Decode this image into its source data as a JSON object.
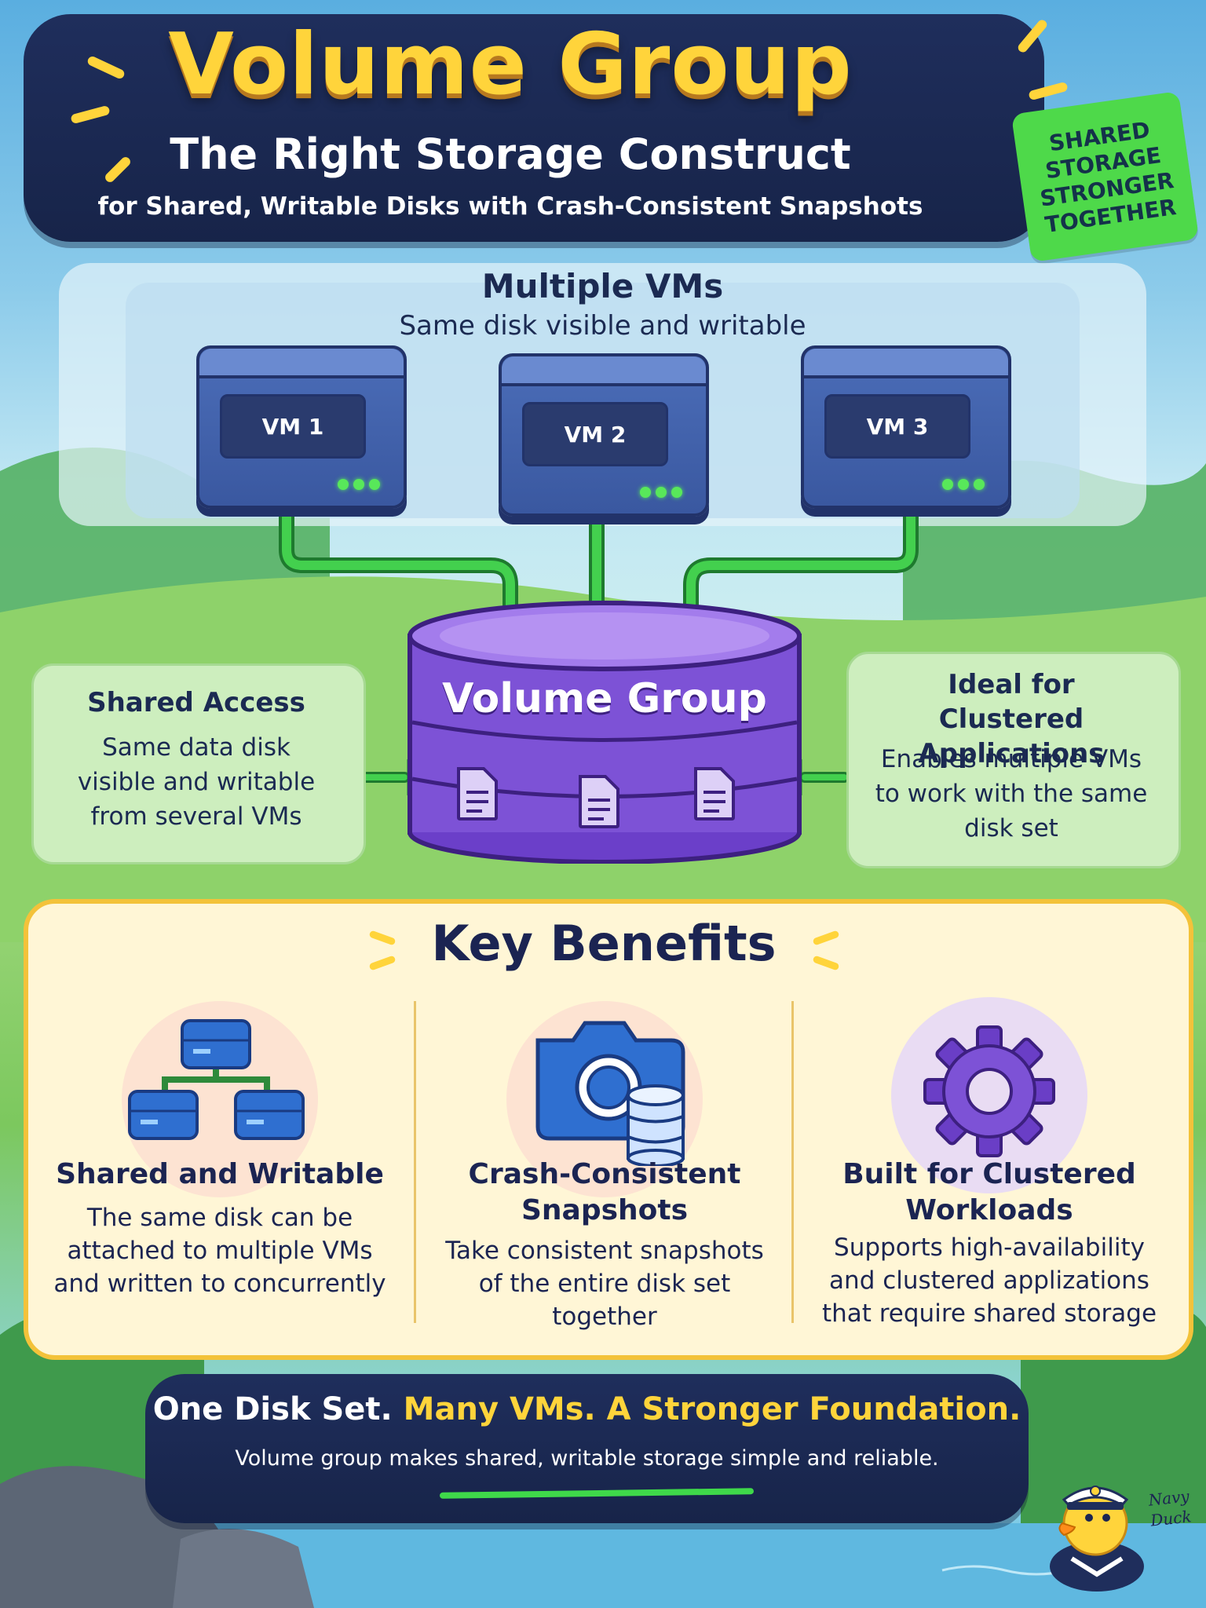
{
  "header": {
    "title": "Volume Group",
    "subtitle": "The Right Storage Construct",
    "tagline": "for Shared, Writable Disks with Crash-Consistent Snapshots",
    "stamp": [
      "SHARED",
      "STORAGE",
      "STRONGER",
      "TOGETHER"
    ]
  },
  "vms": {
    "title": "Multiple VMs",
    "subtitle": "Same disk visible and writable",
    "items": [
      "VM 1",
      "VM 2",
      "VM 3"
    ]
  },
  "volume": {
    "label": "Volume Group"
  },
  "shared_access": {
    "title": "Shared Access",
    "lines": [
      "Same data disk",
      "visible and writable",
      "from several VMs"
    ]
  },
  "clustered": {
    "title_lines": [
      "Ideal for",
      "Clustered Applications"
    ],
    "lines": [
      "Enables multiple VMs",
      "to work with the same",
      "disk set"
    ]
  },
  "benefits": {
    "title": "Key Benefits",
    "items": [
      {
        "icon": "network-icon",
        "title_lines": [
          "Shared and Writable"
        ],
        "lines": [
          "The same disk can be",
          "attached to multiple VMs",
          "and written to concurrently"
        ]
      },
      {
        "icon": "camera-icon",
        "title_lines": [
          "Crash-Consistent",
          "Snapshots"
        ],
        "lines": [
          "Take consistent snapshots",
          "of the entire disk set",
          "together"
        ]
      },
      {
        "icon": "gear-icon",
        "title_lines": [
          "Built for Clustered",
          "Workloads"
        ],
        "lines": [
          "Supports high-availability",
          "and clustered applizations",
          "that require shared storage"
        ]
      }
    ]
  },
  "footer": {
    "lead": "One Disk Set.",
    "highlight": "Many VMs. A Stronger Foundation.",
    "sub": "Volume group makes shared, writable storage simple and reliable."
  },
  "mascot": {
    "signature": [
      "Navy",
      "Duck"
    ]
  },
  "colors": {
    "navy": "#1b2452",
    "yellow": "#ffd43b",
    "green": "#3fd94a",
    "purple": "#7d52d6",
    "blue": "#3a58a0"
  }
}
